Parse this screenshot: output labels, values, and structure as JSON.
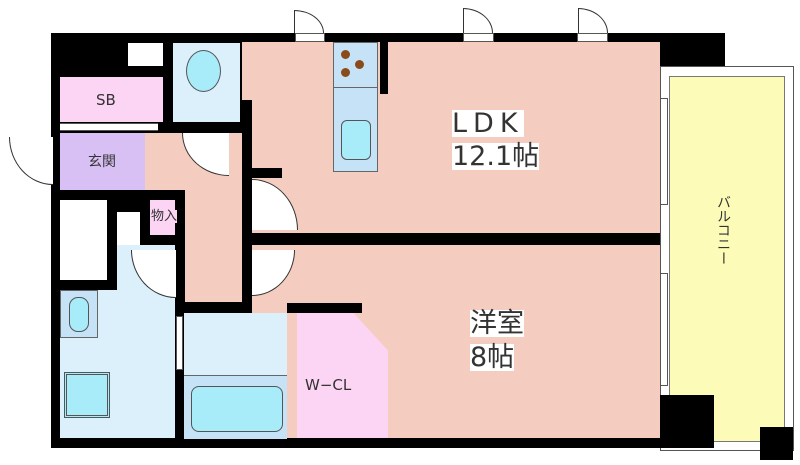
{
  "rooms": {
    "sb": "SB",
    "genkan": "玄関",
    "storage": "物入",
    "ldk_name": "LDK",
    "ldk_size": "12.1帖",
    "western_name": "洋室",
    "western_size": "8帖",
    "wcl": "W−CL",
    "balcony": "バルコニー"
  },
  "colors": {
    "ldk": "#f5cdc0",
    "wet": "#dcf0fc",
    "sb": "#fcd4f4",
    "genkan": "#d8c0f4",
    "balcony": "#fcfcb8",
    "fixture": "#a8ecfa"
  }
}
